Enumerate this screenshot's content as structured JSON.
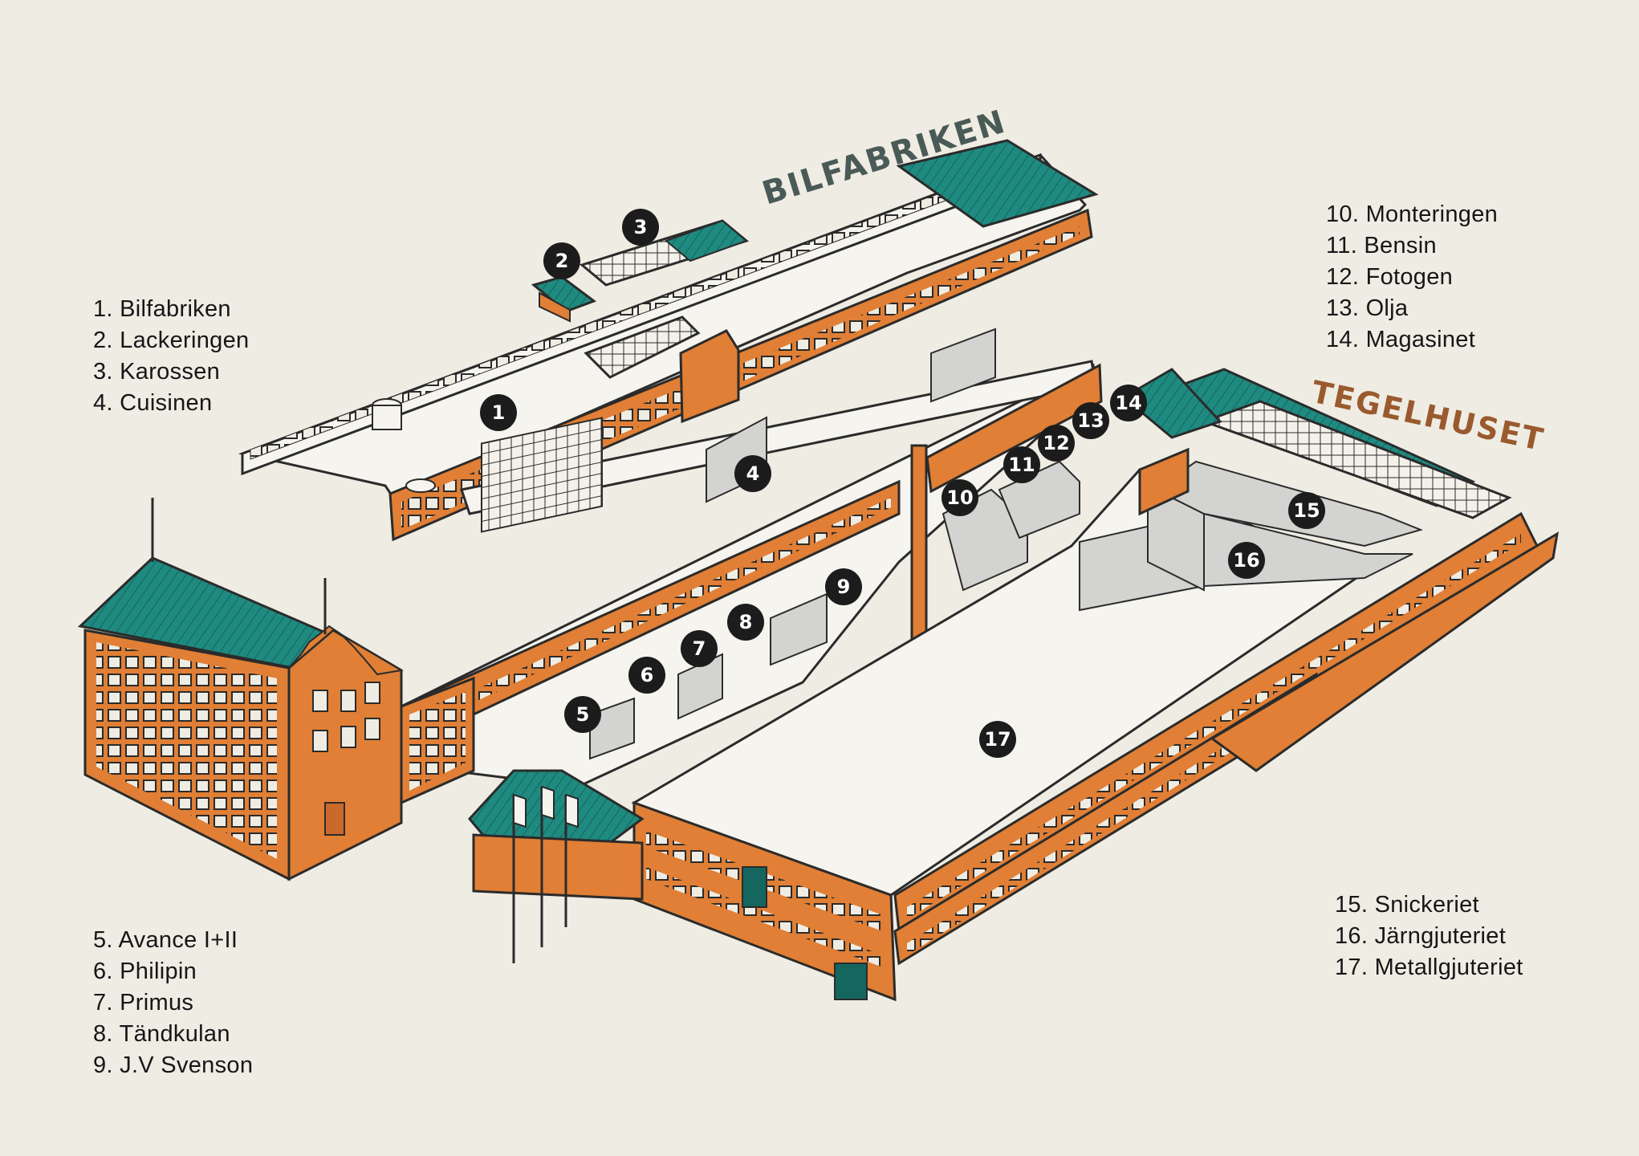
{
  "colors": {
    "background": "#efece3",
    "brick": "#e07f35",
    "brick_dark": "#c9692a",
    "roof": "#1f8a80",
    "roof_dark": "#14665f",
    "outline": "#2b2b2b",
    "wall_grey": "#d3d3d1",
    "marker": "#1c1c1c",
    "title_bilfabriken": "#4a5a56",
    "title_tegelhuset": "#9a5a2e"
  },
  "titles": {
    "bilfabriken": "BILFABRIKEN",
    "tegelhuset": "TEGELHUSET"
  },
  "legend_groups": [
    {
      "id": "top-left",
      "items": [
        "1. Bilfabriken",
        "2. Lackeringen",
        "3. Karossen",
        "4. Cuisinen"
      ]
    },
    {
      "id": "top-right",
      "items": [
        "10. Monteringen",
        "11. Bensin",
        "12. Fotogen",
        "13. Olja",
        "14. Magasinet"
      ]
    },
    {
      "id": "bottom-left",
      "items": [
        "5. Avance I+II",
        "6. Philipin",
        "7. Primus",
        "8. Tändkulan",
        "9. J.V Svenson"
      ]
    },
    {
      "id": "bottom-right",
      "items": [
        "15. Snickeriet",
        "16. Järngjuteriet",
        "17. Metallgjuteriet"
      ]
    }
  ],
  "markers": [
    {
      "label": "1",
      "name": "Bilfabriken"
    },
    {
      "label": "2",
      "name": "Lackeringen"
    },
    {
      "label": "3",
      "name": "Karossen"
    },
    {
      "label": "4",
      "name": "Cuisinen"
    },
    {
      "label": "5",
      "name": "Avance I+II"
    },
    {
      "label": "6",
      "name": "Philipin"
    },
    {
      "label": "7",
      "name": "Primus"
    },
    {
      "label": "8",
      "name": "Tändkulan"
    },
    {
      "label": "9",
      "name": "J.V Svenson"
    },
    {
      "label": "10",
      "name": "Monteringen"
    },
    {
      "label": "11",
      "name": "Bensin"
    },
    {
      "label": "12",
      "name": "Fotogen"
    },
    {
      "label": "13",
      "name": "Olja"
    },
    {
      "label": "14",
      "name": "Magasinet"
    },
    {
      "label": "15",
      "name": "Snickeriet"
    },
    {
      "label": "16",
      "name": "Järngjuteriet"
    },
    {
      "label": "17",
      "name": "Metallgjuteriet"
    }
  ]
}
